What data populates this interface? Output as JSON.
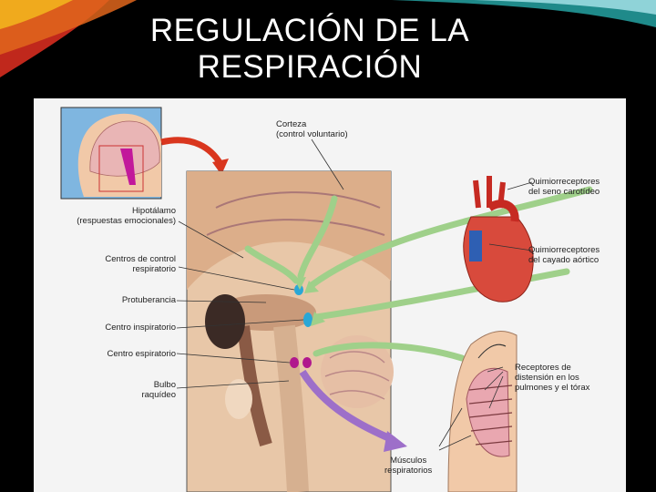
{
  "slide": {
    "title_line1": "REGULACIÓN DE LA",
    "title_line2": "RESPIRACIÓN"
  },
  "colors": {
    "background": "#000000",
    "title_text": "#ffffff",
    "figure_background": "#f4f4f4",
    "arrow_green": "#9fd08a",
    "arrow_red": "#d9361e",
    "arrow_purple": "#9d6fc9",
    "label_text": "#222222"
  },
  "diagram": {
    "labels": {
      "corteza": "Corteza\n(control voluntario)",
      "hipotalamo": "Hipotálamo\n(respuestas emocionales)",
      "centros_control": "Centros de control\nrespiratorio",
      "protuberancia": "Protuberancia",
      "centro_inspiratorio": "Centro inspiratorio",
      "centro_espiratorio": "Centro espiratorio",
      "bulbo": "Bulbo\nraquídeo",
      "quimio_carotideo": "Quimiorreceptores\ndel seno carotídeo",
      "quimio_aortico": "Quimiorreceptores\ndel cayado aórtico",
      "receptores_distension": "Receptores de\ndistensión en los\npulmones y el tórax",
      "musculos": "Músculos\nrespiratorios"
    }
  }
}
